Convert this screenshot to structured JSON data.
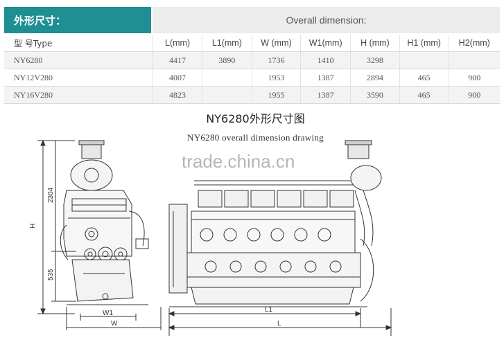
{
  "header": {
    "left_title": "外形尺寸：",
    "right_title": "Overall dimension:"
  },
  "table": {
    "columns": [
      "型 号Type",
      "L(mm)",
      "L1(mm)",
      "W (mm)",
      "W1(mm)",
      "H (mm)",
      "H1 (mm)",
      "H2(mm)"
    ],
    "rows": [
      [
        "NY6280",
        "4417",
        "3890",
        "1736",
        "1410",
        "3298",
        "",
        ""
      ],
      [
        "NY12V280",
        "4007",
        "",
        "1953",
        "1387",
        "2894",
        "465",
        "900"
      ],
      [
        "NY16V280",
        "4823",
        "",
        "1955",
        "1387",
        "3590",
        "465",
        "900"
      ]
    ]
  },
  "drawing": {
    "title": "NY6280外形尺寸图",
    "subtitle": "NY6280 overall dimension drawing",
    "watermark": "trade.china.cn",
    "labels": {
      "h": "H",
      "h_upper": "2304",
      "h_lower": "535",
      "w1": "W1",
      "w": "W",
      "l1": "L1",
      "l": "L"
    }
  }
}
